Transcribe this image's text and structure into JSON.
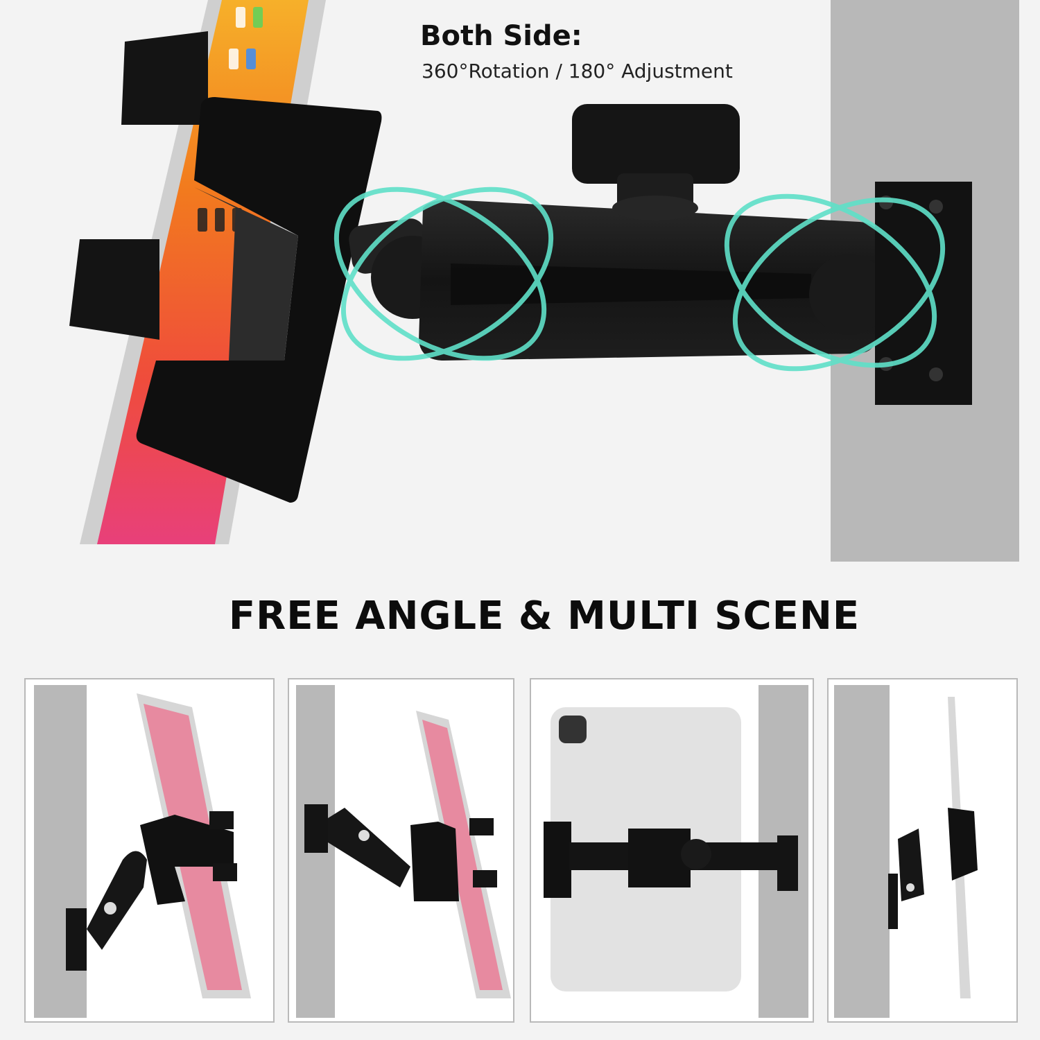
{
  "hero": {
    "feature_title": "Both Side:",
    "feature_subtitle": "360°Rotation / 180° Adjustment",
    "colors": {
      "background": "#f3f3f3",
      "wall": "#b8b8b8",
      "mount_black": "#161616",
      "rotation_ring": "#5fe0c8"
    },
    "icons": [
      "tablet-holder-icon",
      "mount-arm-icon",
      "wall-plate-icon",
      "rotation-ring-icon"
    ]
  },
  "headline": "FREE ANGLE & MULTI SCENE",
  "scenes": [
    {
      "id": "scene-1",
      "description": ""
    },
    {
      "id": "scene-2",
      "description": ""
    },
    {
      "id": "scene-3",
      "description": ""
    },
    {
      "id": "scene-4",
      "description": ""
    }
  ]
}
